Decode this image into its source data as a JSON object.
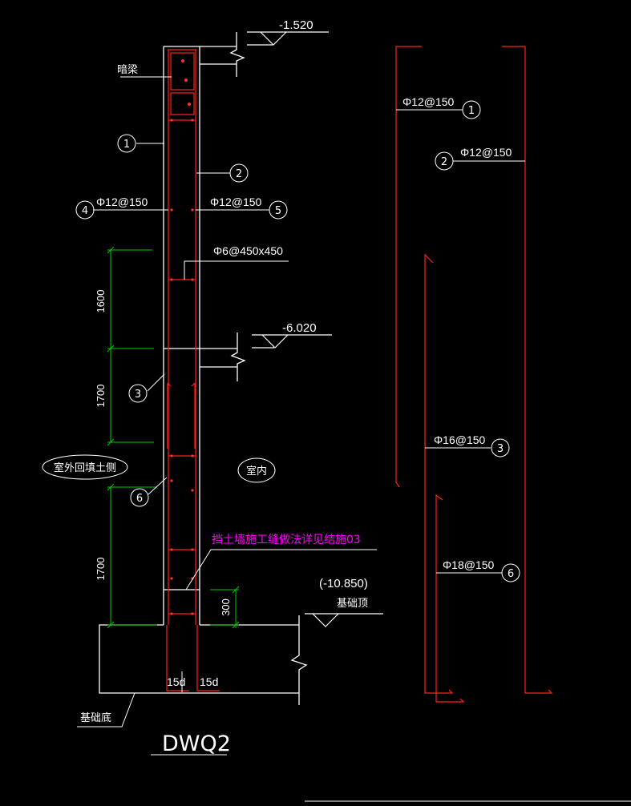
{
  "colors": {
    "background": "#000000",
    "linework": "#ffffff",
    "rebar": "#ff2020",
    "dimension": "#00cc00",
    "note": "#ff00ff"
  },
  "section": {
    "elevations": {
      "top": "-1.520",
      "middle": "-6.020",
      "foundation_top": "(-10.850)"
    },
    "labels": {
      "dark_beam": "暗梁",
      "outside": "室外回填土侧",
      "inside": "室内",
      "foundation_top": "基础顶",
      "foundation_bottom": "基础底",
      "title": "DWQ2",
      "note": "挡土墙施工缝做法详见结施03"
    },
    "rebar_specs": {
      "r4": "Φ12@150",
      "r5": "Φ12@150",
      "tie": "Φ6@450x450"
    },
    "dimensions": {
      "d1": "1600",
      "d2": "1700",
      "d3": "1700",
      "d4": "300",
      "anchor_left": "15d",
      "anchor_right": "15d"
    },
    "markers": [
      "1",
      "2",
      "3",
      "4",
      "5",
      "6"
    ]
  },
  "detail": {
    "bars": [
      {
        "number": "1",
        "spec": "Φ12@150"
      },
      {
        "number": "2",
        "spec": "Φ12@150"
      },
      {
        "number": "3",
        "spec": "Φ16@150"
      },
      {
        "number": "6",
        "spec": "Φ18@150"
      }
    ]
  }
}
